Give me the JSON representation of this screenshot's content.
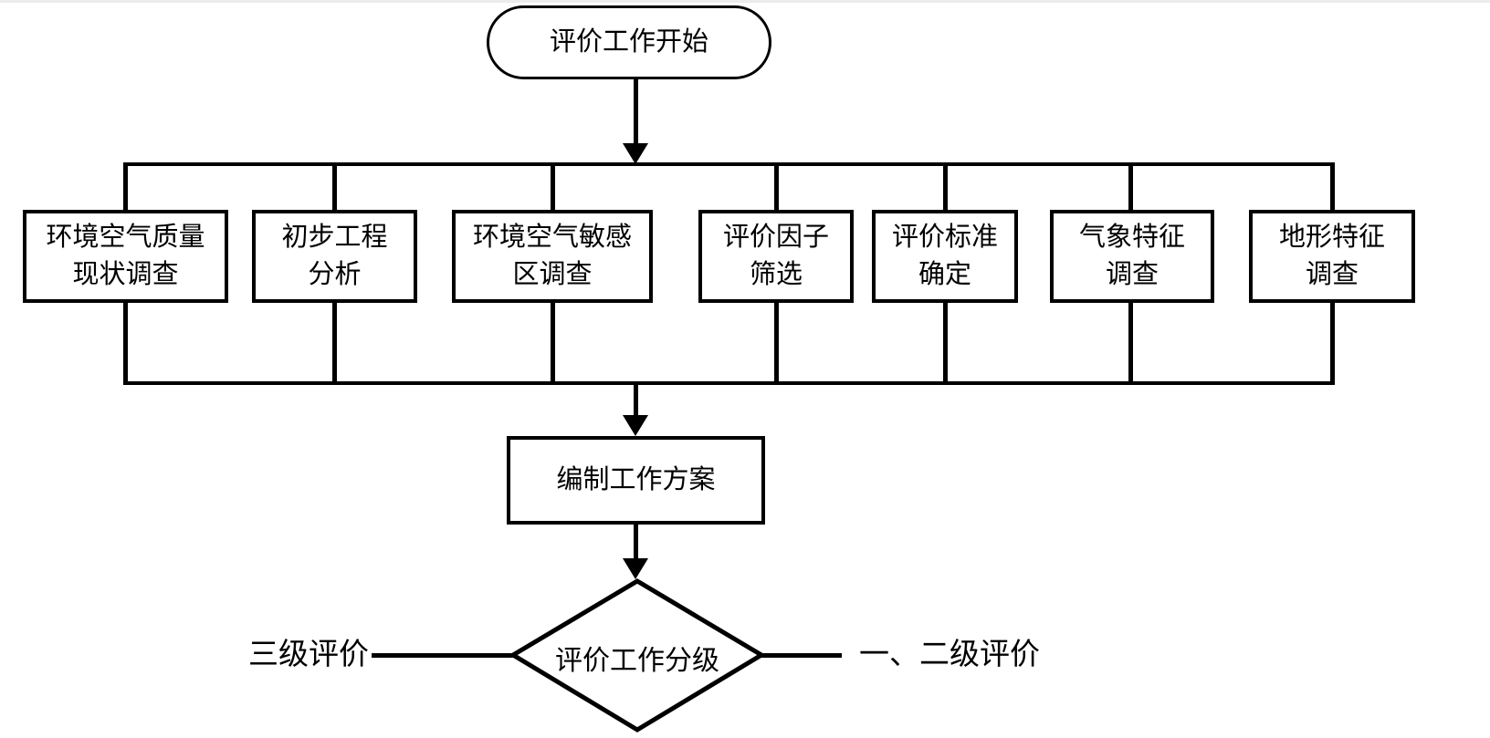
{
  "page": {
    "background_color": "#ffffff",
    "line_color": "#000000",
    "text_color": "#000000"
  },
  "flowchart": {
    "start": {
      "shape": "terminator",
      "label": "评价工作开始"
    },
    "parallel_tasks": [
      {
        "shape": "process",
        "label": "环境空气质量现状调查",
        "lines": [
          "环境空气质量",
          "现状调查"
        ]
      },
      {
        "shape": "process",
        "label": "初步工程分析",
        "lines": [
          "初步工程",
          "分析"
        ]
      },
      {
        "shape": "process",
        "label": "环境空气敏感区调查",
        "lines": [
          "环境空气敏感",
          "区调查"
        ]
      },
      {
        "shape": "process",
        "label": "评价因子筛选",
        "lines": [
          "评价因子",
          "筛选"
        ]
      },
      {
        "shape": "process",
        "label": "评价标准确定",
        "lines": [
          "评价标准",
          "确定"
        ]
      },
      {
        "shape": "process",
        "label": "气象特征调查",
        "lines": [
          "气象特征",
          "调查"
        ]
      },
      {
        "shape": "process",
        "label": "地形特征调查",
        "lines": [
          "地形特征",
          "调查"
        ]
      }
    ],
    "plan_step": {
      "shape": "process",
      "label": "编制工作方案"
    },
    "decision": {
      "shape": "decision",
      "label": "评价工作分级"
    },
    "branches": {
      "left": {
        "label": "三级评价"
      },
      "right": {
        "label": "一、二级评价"
      }
    }
  }
}
